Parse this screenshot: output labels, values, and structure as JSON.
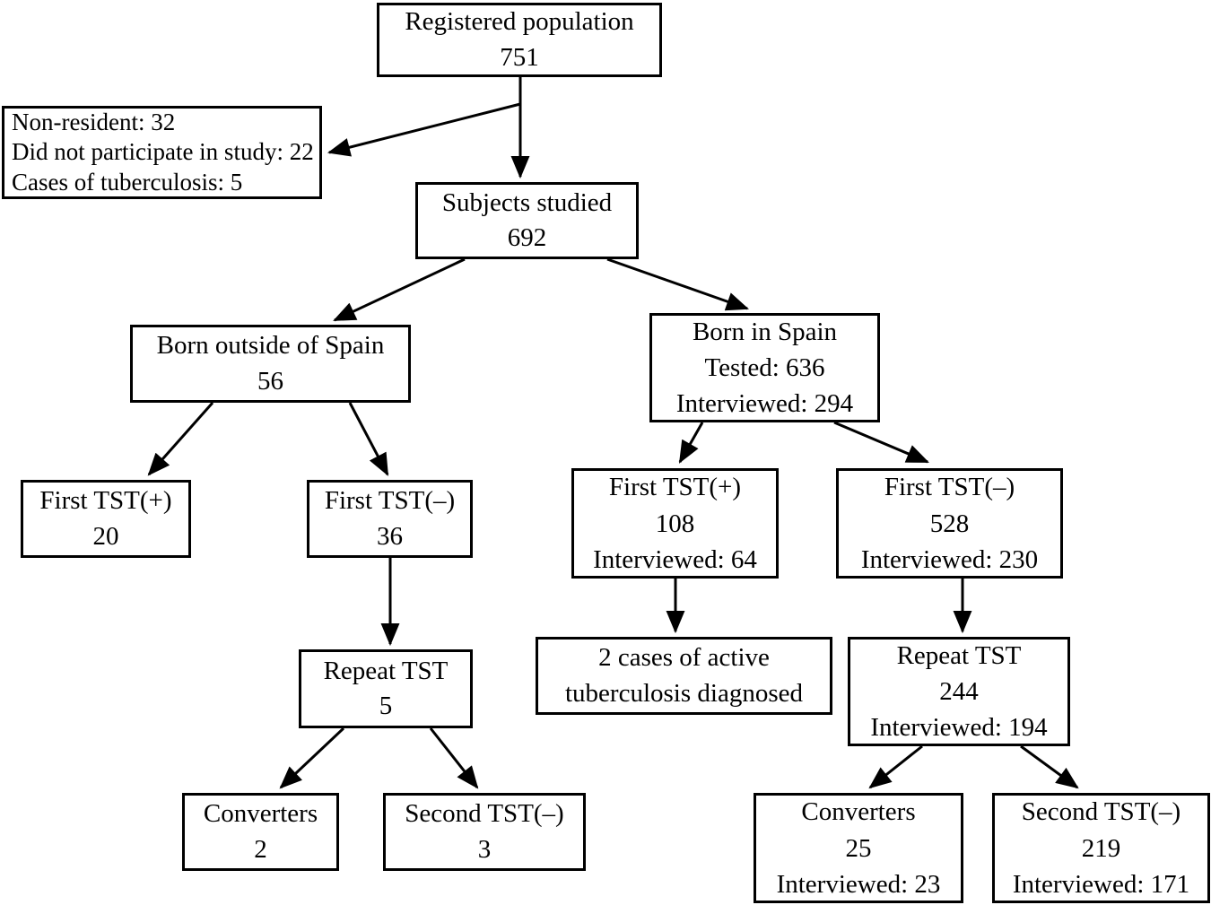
{
  "diagram": {
    "type": "flowchart",
    "colors": {
      "border": "#000000",
      "background": "#ffffff",
      "text": "#000000",
      "arrow": "#000000"
    },
    "nodes": {
      "registered_population": {
        "lines": [
          "Registered population",
          "751"
        ]
      },
      "exclusions": {
        "lines": [
          "Non-resident: 32",
          "Did not participate in study: 22",
          "Cases of tuberculosis: 5"
        ]
      },
      "subjects_studied": {
        "lines": [
          "Subjects studied",
          "692"
        ]
      },
      "born_outside_spain": {
        "lines": [
          "Born outside of Spain",
          "56"
        ]
      },
      "born_in_spain": {
        "lines": [
          "Born in Spain",
          "Tested: 636",
          "Interviewed: 294"
        ]
      },
      "first_tst_positive_outside": {
        "lines": [
          "First TST(+)",
          "20"
        ]
      },
      "first_tst_negative_outside": {
        "lines": [
          "First TST(–)",
          "36"
        ]
      },
      "first_tst_positive_spain": {
        "lines": [
          "First TST(+)",
          "108",
          "Interviewed: 64"
        ]
      },
      "first_tst_negative_spain": {
        "lines": [
          "First TST(–)",
          "528",
          "Interviewed: 230"
        ]
      },
      "active_tb_cases": {
        "lines": [
          "2 cases of active",
          "tuberculosis diagnosed"
        ]
      },
      "repeat_tst_outside": {
        "lines": [
          "Repeat TST",
          "5"
        ]
      },
      "repeat_tst_spain": {
        "lines": [
          "Repeat TST",
          "244",
          "Interviewed: 194"
        ]
      },
      "converters_outside": {
        "lines": [
          "Converters",
          "2"
        ]
      },
      "second_tst_negative_outside": {
        "lines": [
          "Second TST(–)",
          "3"
        ]
      },
      "converters_spain": {
        "lines": [
          "Converters",
          "25",
          "Interviewed: 23"
        ]
      },
      "second_tst_negative_spain": {
        "lines": [
          "Second TST(–)",
          "219",
          "Interviewed: 171"
        ]
      }
    },
    "edges": [
      {
        "from": "registered_population",
        "to": "subjects_studied"
      },
      {
        "from": "registered_population",
        "to": "exclusions"
      },
      {
        "from": "subjects_studied",
        "to": "born_outside_spain"
      },
      {
        "from": "subjects_studied",
        "to": "born_in_spain"
      },
      {
        "from": "born_outside_spain",
        "to": "first_tst_positive_outside"
      },
      {
        "from": "born_outside_spain",
        "to": "first_tst_negative_outside"
      },
      {
        "from": "first_tst_negative_outside",
        "to": "repeat_tst_outside"
      },
      {
        "from": "born_in_spain",
        "to": "first_tst_positive_spain"
      },
      {
        "from": "born_in_spain",
        "to": "first_tst_negative_spain"
      },
      {
        "from": "first_tst_positive_spain",
        "to": "active_tb_cases"
      },
      {
        "from": "first_tst_negative_spain",
        "to": "repeat_tst_spain"
      },
      {
        "from": "repeat_tst_outside",
        "to": "converters_outside"
      },
      {
        "from": "repeat_tst_outside",
        "to": "second_tst_negative_outside"
      },
      {
        "from": "repeat_tst_spain",
        "to": "converters_spain"
      },
      {
        "from": "repeat_tst_spain",
        "to": "second_tst_negative_spain"
      }
    ]
  }
}
